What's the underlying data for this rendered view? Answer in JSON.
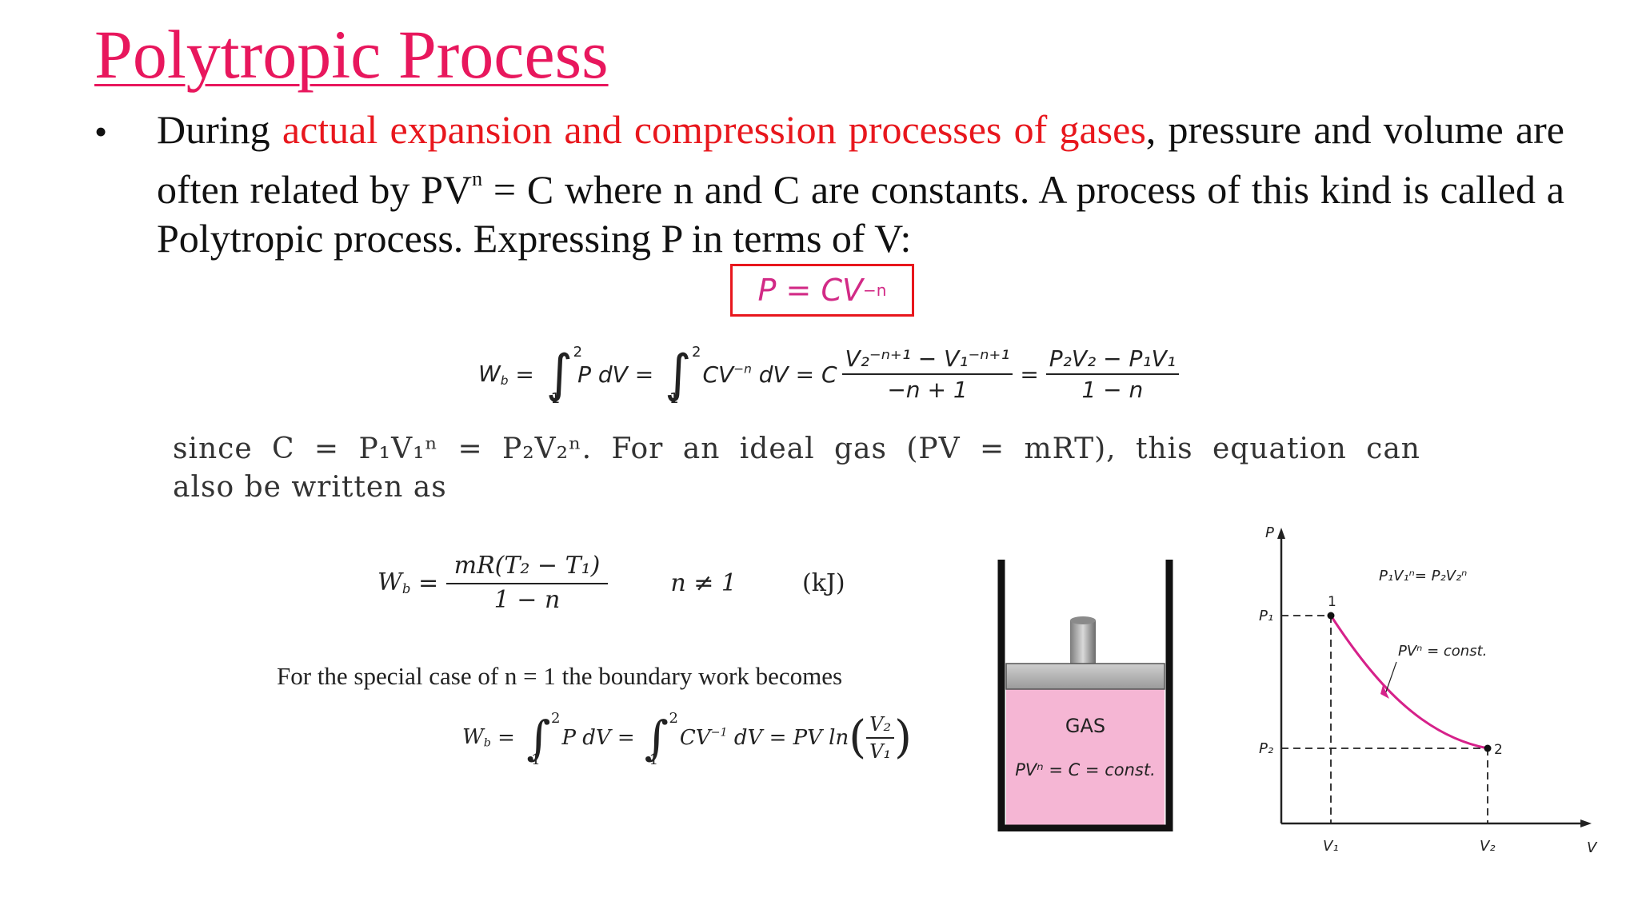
{
  "title": "Polytropic Process",
  "bullet": {
    "before": "During ",
    "highlight": "actual expansion and compression processes of gases",
    "after_1": ", pressure and volume are often related by PV",
    "exp": "n",
    "after_2": " = C where n and C are constants. A process of this kind is called a Polytropic process. Expressing P in terms of V:"
  },
  "boxed_equation": {
    "text": "P = CV",
    "exp": "−n"
  },
  "work_equation": {
    "lhs": "W",
    "lhs_sub": "b",
    "int1_upper": "2",
    "int1_lower": "1",
    "int1_body": "P dV =",
    "int2_upper": "2",
    "int2_lower": "1",
    "int2_body": "CV",
    "int2_exp": "−n",
    "int2_tail": "dV = C",
    "frac1_num": "V₂⁻ⁿ⁺¹ − V₁⁻ⁿ⁺¹",
    "frac1_den": "−n + 1",
    "frac2_num": "P₂V₂ − P₁V₁",
    "frac2_den": "1 − n"
  },
  "since_text": {
    "line1": "since C = P₁V₁ⁿ = P₂V₂ⁿ. For an ideal gas (PV = mRT), this equation can",
    "line2": "also be written as"
  },
  "ideal_gas_equation": {
    "lhs": "W",
    "lhs_sub": "b",
    "num": "mR(T₂ − T₁)",
    "den": "1 − n",
    "condition": "n ≠ 1",
    "unit": "(kJ)"
  },
  "special_case": {
    "text": "For the special case of n = 1 the boundary work becomes",
    "lhs": "W",
    "lhs_sub": "b",
    "int1_upper": "2",
    "int1_lower": "1",
    "int1_body": "P dV =",
    "int2_upper": "2",
    "int2_lower": "1",
    "int2_body": "CV",
    "int2_exp": "−1",
    "int2_tail": "dV = PV ln",
    "frac_num": "V₂",
    "frac_den": "V₁"
  },
  "cylinder": {
    "gas_label": "GAS",
    "equation": "PVⁿ = C = const.",
    "gas_color": "#f5b6d4"
  },
  "pv_diagram": {
    "y_axis_label": "P",
    "x_axis_label": "V",
    "p1_label": "P₁",
    "p2_label": "P₂",
    "v1_label": "V₁",
    "v2_label": "V₂",
    "point1_label": "1",
    "point2_label": "2",
    "relation_label": "P₁V₁ⁿ= P₂V₂ⁿ",
    "curve_label": "PVⁿ = const.",
    "curve_color": "#d6218a"
  },
  "colors": {
    "title": "#e8175d",
    "highlight": "#e8171d",
    "box_border": "#e8171d"
  }
}
